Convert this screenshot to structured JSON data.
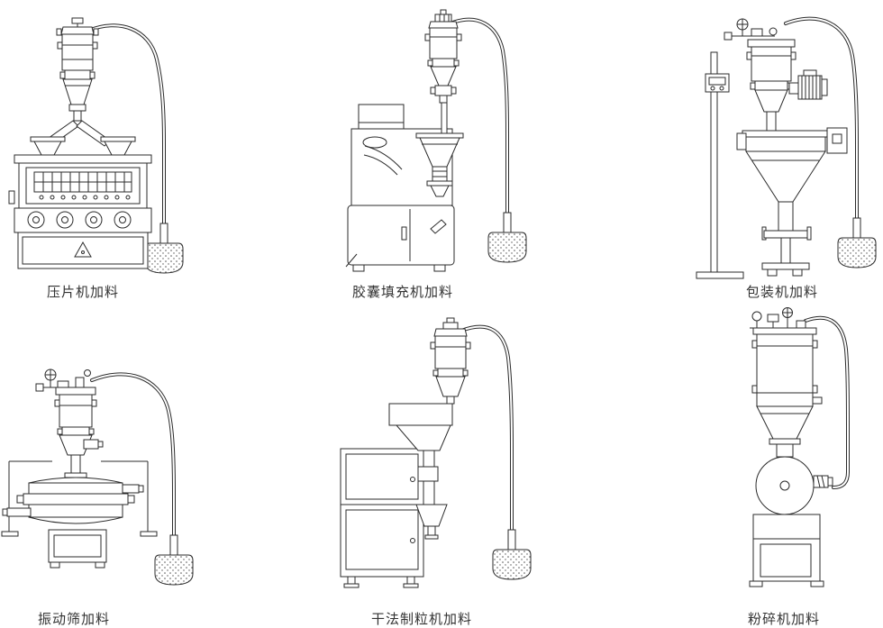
{
  "page": {
    "background": "#ffffff",
    "line_color": "#2b2b2b",
    "text_color": "#333333"
  },
  "diagrams": [
    {
      "id": "tablet-press-feeding",
      "label": "压片机加料"
    },
    {
      "id": "capsule-filling-machine-feeding",
      "label": "胶囊填充机加料"
    },
    {
      "id": "packing-machine-feeding",
      "label": "包装机加料"
    },
    {
      "id": "vibrating-sieve-feeding",
      "label": "振动筛加料"
    },
    {
      "id": "dry-granulator-feeding",
      "label": "干法制粒机加料"
    },
    {
      "id": "pulverizer-feeding",
      "label": "粉碎机加料"
    }
  ]
}
